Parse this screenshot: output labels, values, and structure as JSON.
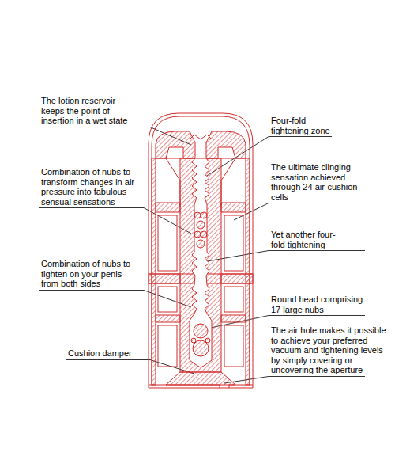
{
  "diagram": {
    "labels": [
      "The lotion reservoir keeps the point of insertion in a wet state",
      "Four-fold tightening zone",
      "Combination of nubs to transform changes in air pressure into fabulous sensual sensations",
      "The ultimate clinging sensation achieved through 24 air-cushion cells",
      "Yet another four-fold tightening",
      "Combination of nubs to tighten on your penis from both sides",
      "Round head comprising 17 large nubs",
      "The air hole makes it possible to achieve your preferred vacuum and tightening levels by simply covering or uncovering the aperture",
      "Cushion damper"
    ]
  }
}
